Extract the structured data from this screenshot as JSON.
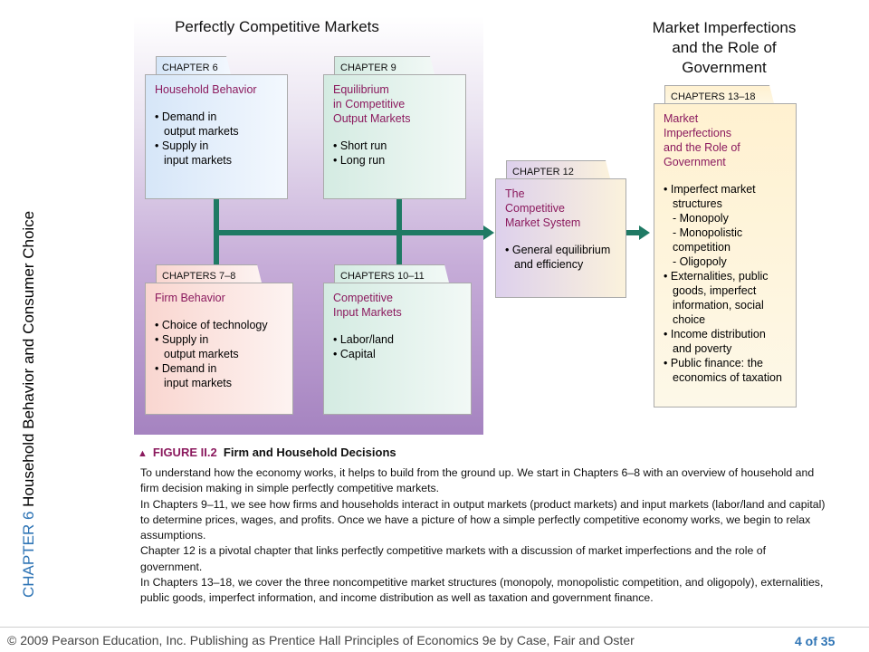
{
  "side_label": {
    "chapter": "CHAPTER 6",
    "title": "Household Behavior and Consumer Choice"
  },
  "left_title": "Perfectly Competitive Markets",
  "right_title": "Market Imperfections\nand the Role of\nGovernment",
  "boxes": {
    "ch6": {
      "tab": "CHAPTER 6",
      "heading": "Household Behavior",
      "bullets": [
        "Demand in\noutput markets",
        "Supply in\ninput markets"
      ]
    },
    "ch9": {
      "tab": "CHAPTER 9",
      "heading": "Equilibrium\nin Competitive\nOutput Markets",
      "bullets": [
        "Short run",
        "Long run"
      ]
    },
    "ch78": {
      "tab": "CHAPTERS 7–8",
      "heading": "Firm Behavior",
      "bullets": [
        "Choice of technology",
        "Supply in\noutput markets",
        "Demand in\ninput markets"
      ]
    },
    "ch1011": {
      "tab": "CHAPTERS 10–11",
      "heading": "Competitive\nInput Markets",
      "bullets": [
        "Labor/land",
        "Capital"
      ]
    },
    "ch12": {
      "tab": "CHAPTER 12",
      "heading": "The\nCompetitive\nMarket System",
      "bullets": [
        "General equilibrium\nand efficiency"
      ]
    },
    "ch1318": {
      "tab": "CHAPTERS 13–18",
      "heading": "Market\nImperfections\nand the Role of\nGovernment",
      "b1": "Imperfect market\nstructures",
      "s1": "- Monopoly",
      "s2": "- Monopolistic\n  competition",
      "s3": "- Oligopoly",
      "b2": "Externalities, public\ngoods, imperfect\ninformation, social\nchoice",
      "b3": "Income distribution\nand poverty",
      "b4": "Public finance: the\neconomics of taxation"
    }
  },
  "caption": {
    "figure": "FIGURE II.2",
    "title": "Firm and Household Decisions"
  },
  "description": [
    "To understand how the economy works, it helps to build from the ground up. We start in Chapters 6–8 with an overview of household and firm decision making in simple perfectly competitive markets.",
    "In Chapters 9–11, we see how firms and households interact in output markets (product markets) and input markets (labor/land and capital) to determine prices, wages, and profits. Once we have a picture of how a simple perfectly competitive economy works, we begin to relax assumptions.",
    "Chapter 12 is a pivotal chapter that links perfectly competitive markets with a discussion of market imperfections and the role of government.",
    "In Chapters 13–18, we cover the three noncompetitive market structures (monopoly, monopolistic competition, and oligopoly), externalities, public goods, imperfect information, and income distribution as well as taxation and government finance."
  ],
  "footer": "© 2009 Pearson Education, Inc. Publishing as Prentice Hall   Principles of Economics 9e by Case, Fair and Oster",
  "page_number": "4 of 35",
  "colors": {
    "connector": "#1f7a64",
    "heading": "#8b1a5e",
    "chapter_blue": "#2e74b5"
  }
}
